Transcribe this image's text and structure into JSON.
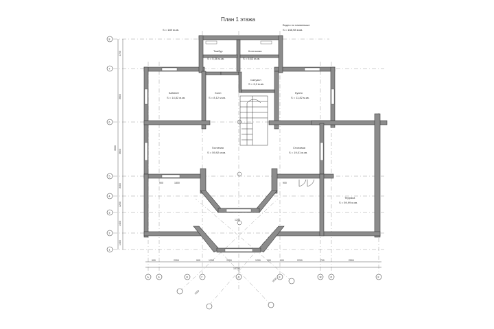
{
  "plan": {
    "title": "План 1 этажа",
    "top_area": "S = 189 м.кв.",
    "top_area_heated_label": "Водно по наименьше",
    "top_area_heated": "S = 158,98 м.кв."
  },
  "rooms": [
    {
      "name": "Тамбур",
      "area": "S = 5,36 м.кв."
    },
    {
      "name": "Котельная",
      "area": "S = 5,62 м.кв."
    },
    {
      "name": "Кабинет",
      "area": "S = 14,82 м.кв."
    },
    {
      "name": "Холл",
      "area": "S = 8,12 м.кв."
    },
    {
      "name": "Санузел",
      "area": "S = 3,3 м.кв."
    },
    {
      "name": "Кухня",
      "area": "S = 11,82 м.кв."
    },
    {
      "name": "Гостиная",
      "area": "S = 59,92 м.кв."
    },
    {
      "name": "Столовая",
      "area": "S = 19,01 м.кв."
    },
    {
      "name": "Терраса",
      "area": "S = 59,99 м.кв."
    }
  ],
  "axes_h": [
    "1",
    "2",
    "3",
    "4",
    "5",
    "6",
    "7",
    "8"
  ],
  "axes_v": [
    "А",
    "Б",
    "В",
    "Г",
    "Д",
    "Е",
    "Ж",
    "И",
    "К"
  ],
  "dims_bottom": [
    "900",
    "2200",
    "900",
    "1200",
    "1000",
    "1200",
    "900",
    "900",
    "2200",
    "700",
    "2500"
  ],
  "dims_bottom_total": "10700",
  "dims_left": [
    "2700",
    "3600",
    "3600",
    "3600",
    "3400",
    "1200",
    "1400",
    "1400"
  ],
  "inner_labels": [
    "900",
    "1800",
    "1200",
    "900"
  ],
  "diag_labels": [
    "1500",
    "1500"
  ]
}
